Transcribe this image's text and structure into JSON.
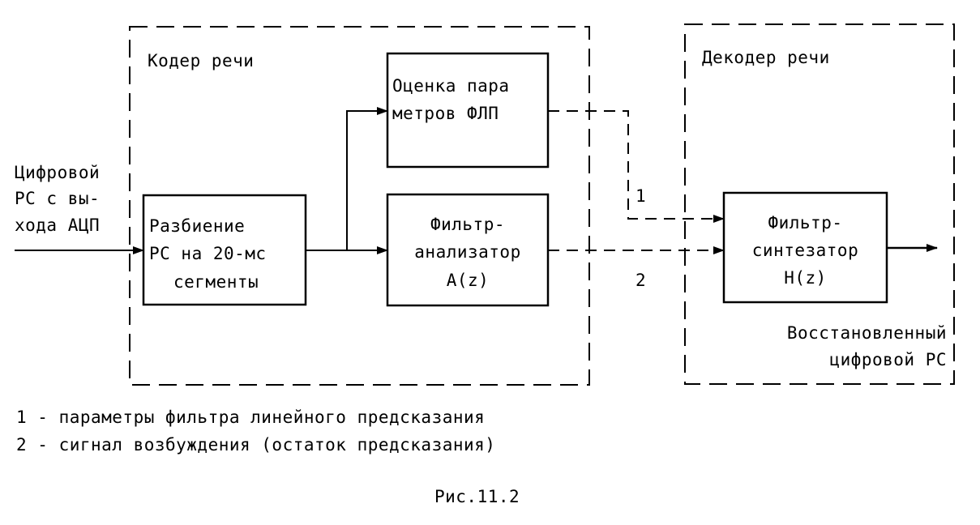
{
  "encoder": {
    "title": "Кодер речи"
  },
  "decoder": {
    "title": "Декодер речи"
  },
  "input": {
    "line1": "Цифровой",
    "line2": "РС с вы-",
    "line3": "хода АЦП"
  },
  "blocks": {
    "segmentation": {
      "line1": "Разбиение",
      "line2": "РС на 20-мс",
      "line3": "сегменты"
    },
    "lp_estimation": {
      "line1": "Оценка пара",
      "line2": "метров ФЛП"
    },
    "analysis_filter": {
      "line1": "Фильтр-",
      "line2": "анализатор",
      "line3": "A(z)"
    },
    "synthesis_filter": {
      "line1": "Фильтр-",
      "line2": "синтезатор",
      "line3": "H(z)"
    }
  },
  "output": {
    "line1": "Восстановленный",
    "line2": "цифровой РС"
  },
  "channel_labels": {
    "one": "1",
    "two": "2"
  },
  "legend": [
    "1 - параметры фильтра линейного предсказания",
    "2 - сигнал возбуждения (остаток предсказания)"
  ],
  "caption": "Рис.11.2"
}
